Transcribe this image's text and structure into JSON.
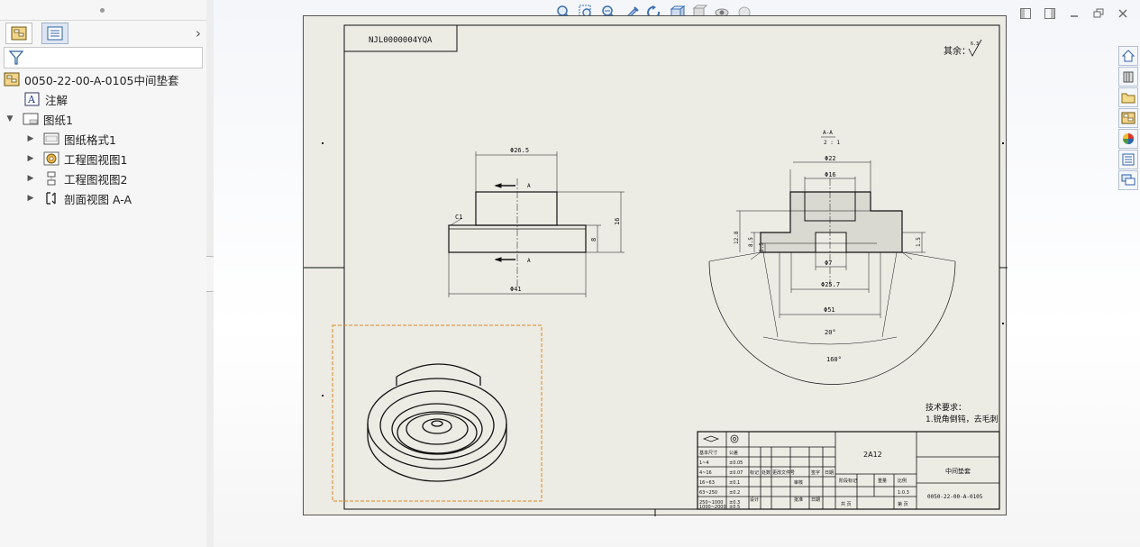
{
  "feature_manager": {
    "tabs": [
      "feature-tree-tab",
      "property-tab"
    ],
    "filter_icon": "funnel-icon",
    "tree": [
      {
        "label": "0050-22-00-A-0105中间垫套",
        "icon": "drawing-icon",
        "level": 0,
        "expandable": false
      },
      {
        "label": "注解",
        "icon": "annotation-icon",
        "level": 1,
        "expandable": false
      },
      {
        "label": "图纸1",
        "icon": "sheet-icon",
        "level": 1,
        "expandable": true,
        "expanded": true
      },
      {
        "label": "图纸格式1",
        "icon": "sheet-format-icon",
        "level": 2,
        "expandable": true
      },
      {
        "label": "工程图视图1",
        "icon": "drawing-view-icon",
        "level": 2,
        "expandable": true
      },
      {
        "label": "工程图视图2",
        "icon": "projected-view-icon",
        "level": 2,
        "expandable": true
      },
      {
        "label": "剖面视图 A-A",
        "icon": "section-view-icon",
        "level": 2,
        "expandable": true
      }
    ]
  },
  "heads_up_toolbar": [
    "zoom-to-fit-icon",
    "zoom-to-area-icon",
    "zoom-in-out-icon",
    "sketch-icon",
    "rotate-icon",
    "view-orientation-icon",
    "display-style-icon",
    "hide-show-icon",
    "appearance-icon"
  ],
  "window_controls": [
    "tile-left-icon",
    "tile-right-icon",
    "minimize-icon",
    "restore-icon",
    "close-icon"
  ],
  "task_pane": [
    "home-icon",
    "design-library-icon",
    "file-explorer-icon",
    "view-palette-icon",
    "appearances-icon",
    "custom-properties-icon",
    "forum-icon"
  ],
  "drawing": {
    "doc_code": "NJL0000004YQA",
    "roughness": "其余：",
    "roughness_value": "6.3",
    "section_label": "A-A",
    "section_scale": "2 : 1",
    "front_view_dims": {
      "top_diameter": "Φ26.5",
      "bottom_diameter": "Φ41",
      "height": "16",
      "flange": "8",
      "chamfer": "C1",
      "section_mark": "A"
    },
    "section_view_dims": {
      "d1": "Φ22",
      "d2": "Φ16",
      "d3": "Φ7",
      "d4": "Φ25.7",
      "d5": "Φ51",
      "angle_small": "20°",
      "angle_large": "160°",
      "h1": "12.8",
      "h2": "8.5",
      "h3": "3.5",
      "h4": "1.5"
    },
    "tech_req_title": "技术要求：",
    "tech_req_line": "1.锐角倒钝，去毛刺",
    "title_block": {
      "material": "2A12",
      "part_name": "中间垫套",
      "drawing_no": "0050-22-00-A-0105",
      "scale": "1:0.3",
      "tolerance_rows": [
        [
          "基本尺寸",
          "公差"
        ],
        [
          "1~4",
          "±0.05"
        ],
        [
          "4~16",
          "±0.07"
        ],
        [
          "16~63",
          "±0.1"
        ],
        [
          "63~250",
          "±0.2"
        ],
        [
          "250~1000",
          "±0.3"
        ],
        [
          "1000~2000",
          "±0.5"
        ]
      ],
      "header_labels": [
        "标记",
        "处数",
        "更改文件号",
        "签字",
        "日期"
      ],
      "labels": {
        "designer": "设计",
        "check": "审核",
        "approve": "批准",
        "phase": "阶段标记",
        "weight": "重量",
        "ratio": "比例",
        "total": "共 页",
        "sheet": "第 页",
        "date_short": "日期"
      }
    }
  }
}
